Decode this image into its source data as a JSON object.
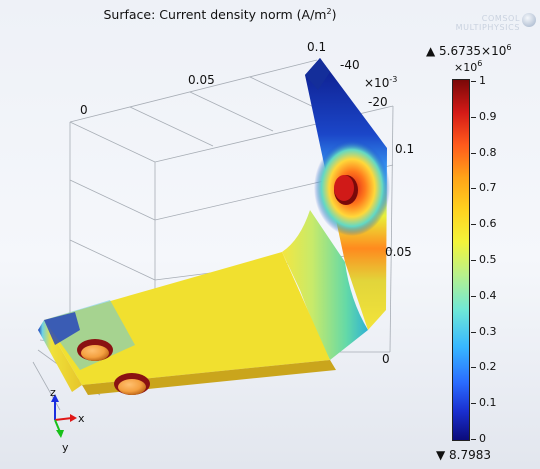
{
  "plot": {
    "title_main": "Surface: Current density norm (A/m",
    "title_sup": "2",
    "title_end": ")"
  },
  "logo": {
    "line1": "COMSOL",
    "line2": "MULTIPHYSICS"
  },
  "colorbar": {
    "max_prefix": "▲ 5.6735×10",
    "max_exp": "6",
    "scale_prefix": "×10",
    "scale_exp": "6",
    "min_label": "▼ 8.7983",
    "ticks": [
      "1",
      "0.9",
      "0.8",
      "0.7",
      "0.6",
      "0.5",
      "0.4",
      "0.3",
      "0.2",
      "0.1",
      "0"
    ],
    "colors": [
      "#0b0b7a",
      "#2a6cff",
      "#6ee7d8",
      "#f3f43a",
      "#ffa318",
      "#d41a17",
      "#7a0808"
    ]
  },
  "axes": {
    "top_labels": [
      "0",
      "0.05",
      "0.1"
    ],
    "y_labels": [
      "-40",
      "-20"
    ],
    "y_unit_prefix": "×10",
    "y_unit_exp": "-3",
    "z_labels": [
      "0.1",
      "0.05",
      "0"
    ]
  },
  "triad": {
    "x": "x",
    "y": "y",
    "z": "z"
  }
}
